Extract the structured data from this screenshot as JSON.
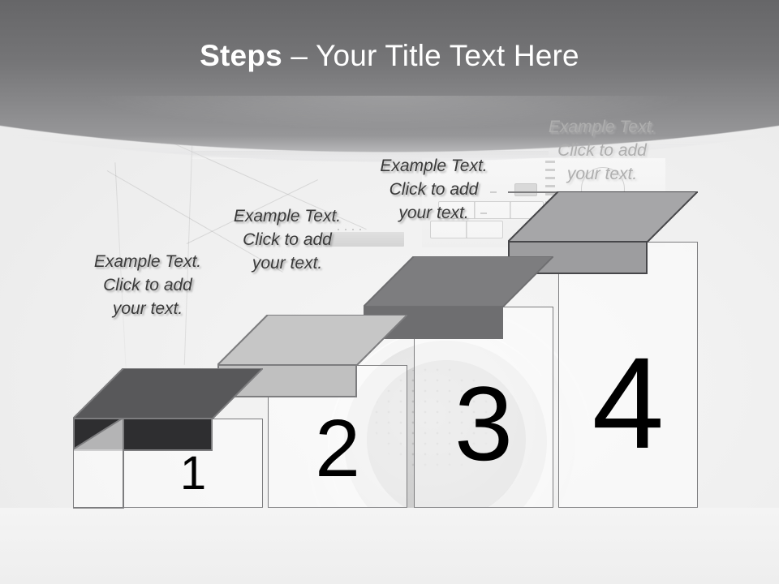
{
  "slide": {
    "title_bold": "Steps",
    "title_rest": " – Your Title Text Here",
    "background_image": "washing-machine-photo"
  },
  "theme": {
    "header_gradient_top": "#666668",
    "header_gradient_bottom": "#a2a2a4",
    "title_color": "#ffffff",
    "caption_color": "#3a3a3a",
    "caption_faded_color": "#aeaeae",
    "outline_color": "#7d7d7f",
    "numeral_color": "#000000",
    "body_fill": "rgba(252,252,252,0.62)"
  },
  "steps": [
    {
      "number": "1",
      "caption": "Example Text.\nClick  to add\nyour text.",
      "caption_faded": false,
      "slab_top_color": "#58585a",
      "slab_front_color": "#2e2e30",
      "slab_side_color": "#232325"
    },
    {
      "number": "2",
      "caption": "Example Text.\nClick  to add\nyour text.",
      "caption_faded": false,
      "slab_top_color": "#c6c6c6",
      "slab_front_color": "#c0c0c0",
      "slab_side_color": "#a9a9ab"
    },
    {
      "number": "3",
      "caption": "Example Text.\nClick  to add\nyour text.",
      "caption_faded": false,
      "slab_top_color": "#7d7d7f",
      "slab_front_color": "#6e6e70",
      "slab_side_color": "#5c5c5e"
    },
    {
      "number": "4",
      "caption": "Example Text.\nClick  to add\nyour text.",
      "caption_faded": true,
      "slab_top_color": "#a6a6a8",
      "slab_front_color": "#9d9d9f",
      "slab_side_color": "#89898b"
    }
  ]
}
